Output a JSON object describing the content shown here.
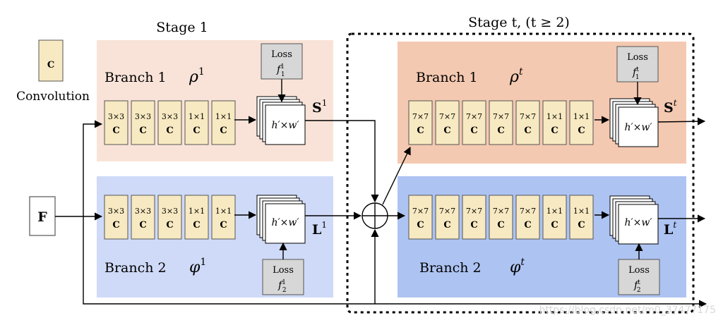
{
  "legend": {
    "symbol": "C",
    "label": "Convolution"
  },
  "stage1": {
    "title": "Stage 1",
    "branch1": {
      "name": "Branch 1",
      "greek": "ρ",
      "sup": "1",
      "kernels": [
        "3×3",
        "3×3",
        "3×3",
        "1×1",
        "1×1"
      ],
      "loss_title": "Loss",
      "loss_fn": "f",
      "loss_sub": "1",
      "loss_sup": "1",
      "map": "h′×w′",
      "output": "S",
      "output_sup": "1"
    },
    "branch2": {
      "name": "Branch 2",
      "greek": "φ",
      "sup": "1",
      "kernels": [
        "3×3",
        "3×3",
        "3×3",
        "1×1",
        "1×1"
      ],
      "loss_title": "Loss",
      "loss_fn": "f",
      "loss_sub": "2",
      "loss_sup": "1",
      "map": "h′×w′",
      "output": "L",
      "output_sup": "1"
    }
  },
  "staget": {
    "title": "Stage t, (t ≥ 2)",
    "branch1": {
      "name": "Branch 1",
      "greek": "ρ",
      "sup": "t",
      "kernels": [
        "7×7",
        "7×7",
        "7×7",
        "7×7",
        "7×7",
        "1×1",
        "1×1"
      ],
      "loss_title": "Loss",
      "loss_fn": "f",
      "loss_sub": "1",
      "loss_sup": "t",
      "map": "h′×w′",
      "output": "S",
      "output_sup": "t"
    },
    "branch2": {
      "name": "Branch 2",
      "greek": "φ",
      "sup": "t",
      "kernels": [
        "7×7",
        "7×7",
        "7×7",
        "7×7",
        "7×7",
        "1×1",
        "1×1"
      ],
      "loss_title": "Loss",
      "loss_fn": "f",
      "loss_sub": "2",
      "loss_sup": "t",
      "map": "h′×w′",
      "output": "L",
      "output_sup": "t"
    }
  },
  "input": {
    "label": "F"
  },
  "conv_letter": "C",
  "colors": {
    "stage1_b1": "#f9e3d8",
    "stage1_b2": "#cfdaf8",
    "staget_b1": "#f4c9b1",
    "staget_b2": "#adc3f2",
    "conv": "#f7e9c1",
    "loss": "#d7d7d7"
  },
  "watermark": "https://blog.csdn.net/m0_37477175"
}
